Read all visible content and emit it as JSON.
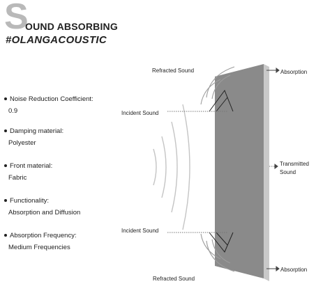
{
  "header": {
    "initial": "S",
    "title_rest": "OUND ABSORBING",
    "hashtag": "#OLANGACOUSTIC"
  },
  "specs": [
    {
      "label": "Noise Reduction Coefficient:",
      "value": "0.9"
    },
    {
      "label": "Damping material:",
      "value": "Polyester"
    },
    {
      "label": "Front material:",
      "value": "Fabric"
    },
    {
      "label": "Functionality:",
      "value": "Absorption and Diffusion"
    },
    {
      "label": "Absorption Frequency:",
      "value": "Medium Frequencies"
    }
  ],
  "diagram": {
    "refracted_top": "Refracted Sound",
    "absorption_top": "Absorption",
    "incident_top": "Incident Sound",
    "transmitted_line1": "Transmitted",
    "transmitted_line2": "Sound",
    "incident_bottom": "Incident Sound",
    "refracted_bottom": "Refracted Sound",
    "absorption_bottom": "Absorption"
  },
  "colors": {
    "panel_front": "#8a8a8a",
    "panel_edge": "#c9c9c9",
    "wave": "#bdbdbd",
    "accent_grey": "#b9b9b9"
  }
}
